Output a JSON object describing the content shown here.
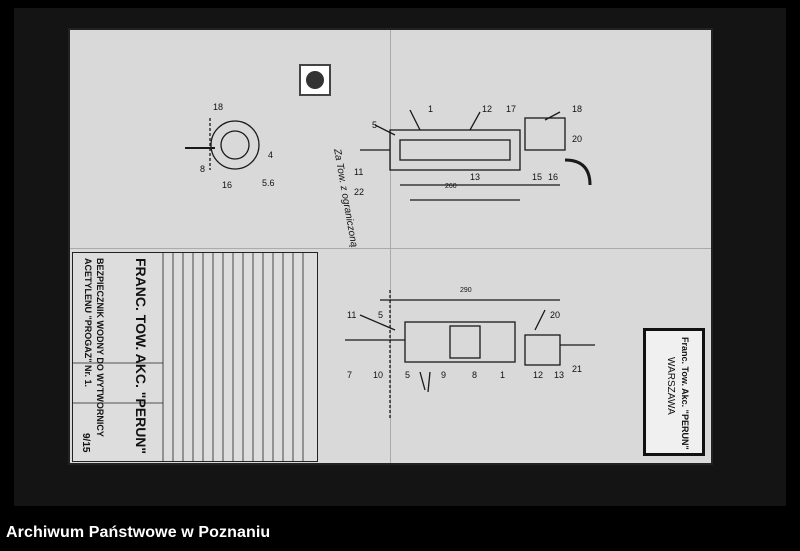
{
  "archive_caption": "Archiwum Państwowe w Poznaniu",
  "title_block": {
    "company": "FRANC. TOW. AKC. \"PERUN\"",
    "title_line1": "BEZPIECZNIK WODNY DO WYTWORNICY",
    "title_line2": "ACETYLENU \"PROGAZ\" Nr. 1.",
    "sheet_no": "9/15"
  },
  "nameplate": {
    "line1": "Franc. Tow. Akc. \"PERUN\"",
    "line2": "WARSZAWA"
  },
  "handwriting": "Za Tow. z ograniczoną",
  "colors": {
    "sheet": "#d9d9d9",
    "ink": "#111111",
    "background": "#000000"
  }
}
